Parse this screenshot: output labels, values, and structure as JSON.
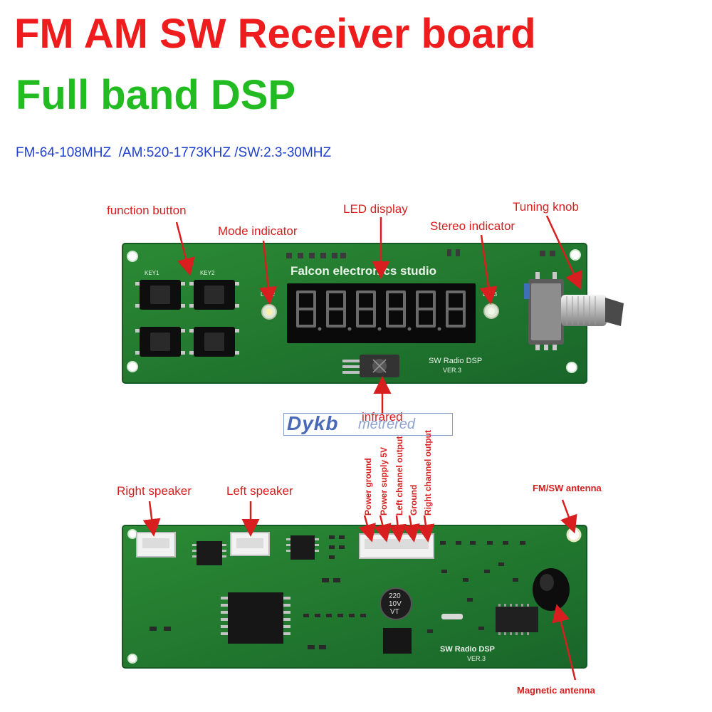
{
  "header": {
    "title": "FM AM SW Receiver board",
    "subtitle": "Full band DSP",
    "specs": "FM-64-108MHZ  /AM:520-1773KHZ /SW:2.3-30MHZ"
  },
  "front_board": {
    "silkscreen_brand": "Falcon electronics studio",
    "silkscreen_model": "SW Radio DSP",
    "silkscreen_version": "VER.3",
    "key1": "KEY1",
    "key2": "KEY2",
    "led2": "LED2",
    "led3": "LED3",
    "labels": {
      "function_button": "function button",
      "mode_indicator": "Mode indicator",
      "led_display": "LED display",
      "stereo_indicator": "Stereo indicator",
      "tuning_knob": "Tuning knob",
      "infrared": "infrared"
    }
  },
  "watermark": {
    "brand_a": "Dykb",
    "brand_b": "metrered"
  },
  "back_board": {
    "silkscreen_model": "SW Radio DSP",
    "silkscreen_version": "VER.3",
    "cap_value1": "220",
    "cap_value2": "10V",
    "cap_value3": "VT",
    "labels": {
      "right_speaker": "Right speaker",
      "left_speaker": "Left speaker",
      "power_ground": "Power ground",
      "power_supply": "Power supply 5V",
      "left_channel_output": "Left channel output",
      "ground": "Ground",
      "right_channel_output": "Right channel output",
      "fm_sw_antenna": "FM/SW antenna",
      "magnetic_antenna": "Magnetic antenna"
    }
  },
  "colors": {
    "title_red": "#ee1c1c",
    "title_green": "#22bb22",
    "spec_blue": "#1f3fcc",
    "pcb_green": "#1f7a2a",
    "label_red": "#d81e1e"
  }
}
